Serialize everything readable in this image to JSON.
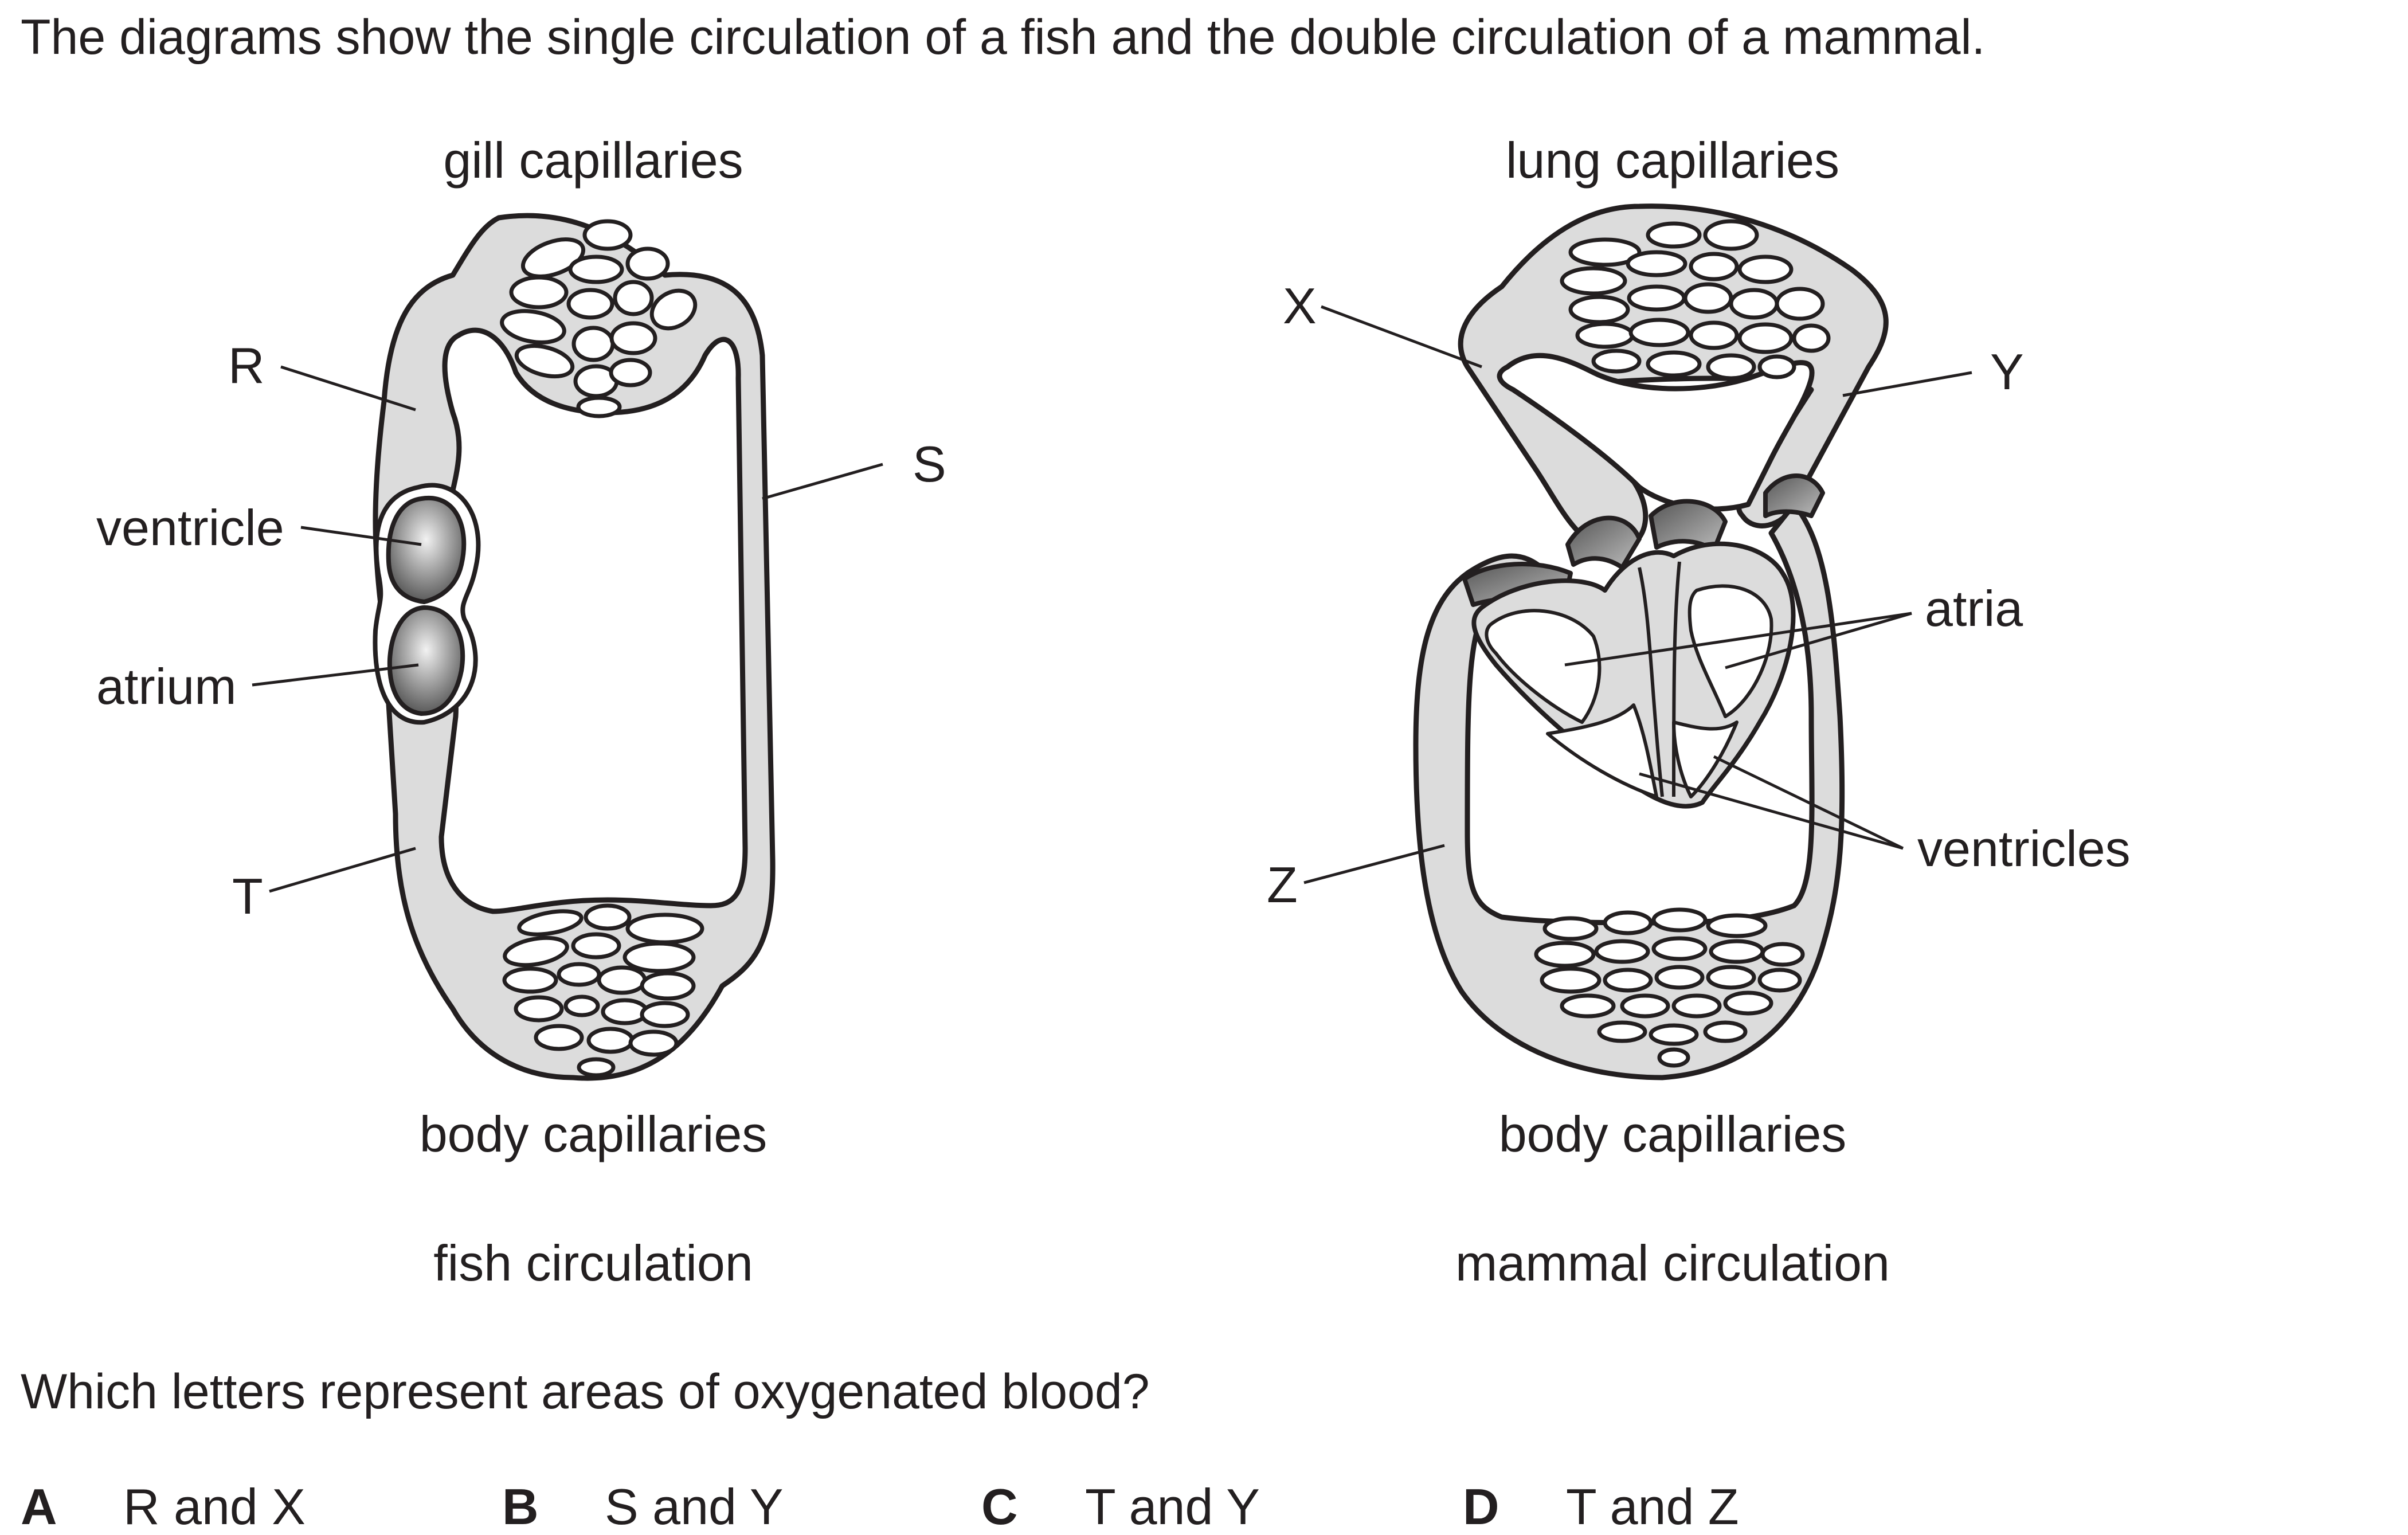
{
  "intro": "The diagrams show the single circulation of a fish and the double circulation of a mammal.",
  "fish": {
    "top_label": "gill capillaries",
    "bottom_label": "body capillaries",
    "caption": "fish circulation",
    "letter_r": "R",
    "letter_s": "S",
    "letter_t": "T",
    "ventricle": "ventricle",
    "atrium": "atrium"
  },
  "mammal": {
    "top_label": "lung capillaries",
    "bottom_label": "body capillaries",
    "caption": "mammal circulation",
    "letter_x": "X",
    "letter_y": "Y",
    "letter_z": "Z",
    "atria": "atria",
    "ventricles": "ventricles"
  },
  "question": "Which letters represent areas of oxygenated blood?",
  "options": [
    {
      "letter": "A",
      "text": "R and X"
    },
    {
      "letter": "B",
      "text": "S and Y"
    },
    {
      "letter": "C",
      "text": "T and Y"
    },
    {
      "letter": "D",
      "text": "T and Z"
    }
  ],
  "colors": {
    "vessel_fill": "#dcdcdc",
    "outline": "#231f20",
    "chamber_dark": "#6e6e6e"
  }
}
